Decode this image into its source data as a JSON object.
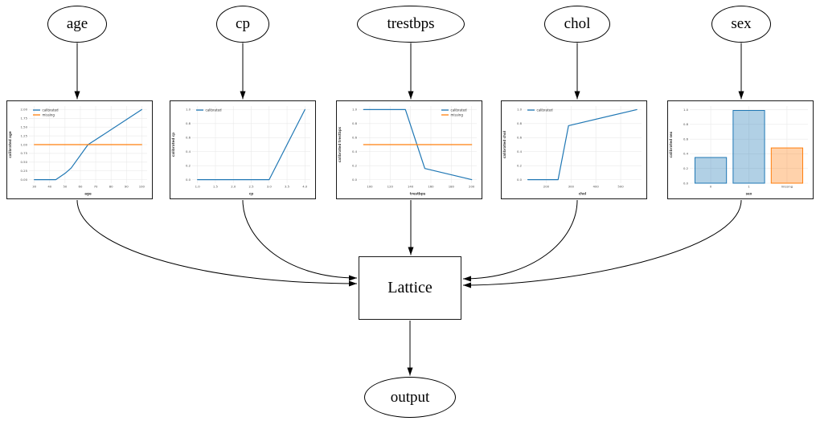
{
  "diagram": {
    "input_nodes": [
      {
        "label": "age"
      },
      {
        "label": "cp"
      },
      {
        "label": "trestbps"
      },
      {
        "label": "chol"
      },
      {
        "label": "sex"
      }
    ],
    "lattice_label": "Lattice",
    "output_label": "output"
  },
  "colors": {
    "calibrated": "#1f77b4",
    "missing": "#ff7f0e",
    "edge": "#000000",
    "grid": "#e9e9e9",
    "tick_text": "#4a4a4a",
    "axis_label_text": "#3a3a3a"
  },
  "chart_data": [
    {
      "type": "line",
      "xlabel": "age",
      "ylabel": "calibrated age",
      "xlim": [
        26.5,
        103.5
      ],
      "ylim": [
        -0.1,
        2.1
      ],
      "xticks": [
        30,
        40,
        50,
        60,
        70,
        80,
        90,
        100
      ],
      "xtick_labels": [
        "30",
        "40",
        "50",
        "60",
        "70",
        "80",
        "90",
        "100"
      ],
      "yticks": [
        0.0,
        0.25,
        0.5,
        0.75,
        1.0,
        1.25,
        1.5,
        1.75,
        2.0
      ],
      "ytick_labels": [
        "0.00",
        "0.25",
        "0.50",
        "0.75",
        "1.00",
        "1.25",
        "1.50",
        "1.75",
        "2.00"
      ],
      "legend": {
        "position": "nw",
        "entries": [
          {
            "label": "calibrated",
            "color": "#1f77b4"
          },
          {
            "label": "missing",
            "color": "#ff7f0e"
          }
        ]
      },
      "series": [
        {
          "name": "calibrated",
          "color": "#1f77b4",
          "points": [
            [
              30,
              0
            ],
            [
              44,
              0
            ],
            [
              50,
              0.18
            ],
            [
              54,
              0.33
            ],
            [
              65,
              1.0
            ],
            [
              70,
              1.14
            ],
            [
              100,
              2.0
            ]
          ]
        },
        {
          "name": "missing",
          "color": "#ff7f0e",
          "points": [
            [
              30,
              1.0
            ],
            [
              100,
              1.0
            ]
          ]
        }
      ]
    },
    {
      "type": "line",
      "xlabel": "cp",
      "ylabel": "calibrated cp",
      "xlim": [
        0.85,
        4.15
      ],
      "ylim": [
        -0.05,
        1.05
      ],
      "xticks": [
        1.0,
        1.5,
        2.0,
        2.5,
        3.0,
        3.5,
        4.0
      ],
      "xtick_labels": [
        "1.0",
        "1.5",
        "2.0",
        "2.5",
        "3.0",
        "3.5",
        "4.0"
      ],
      "yticks": [
        0.0,
        0.2,
        0.4,
        0.6,
        0.8,
        1.0
      ],
      "ytick_labels": [
        "0.0",
        "0.2",
        "0.4",
        "0.6",
        "0.8",
        "1.0"
      ],
      "legend": {
        "position": "nw",
        "entries": [
          {
            "label": "calibrated",
            "color": "#1f77b4"
          }
        ]
      },
      "series": [
        {
          "name": "calibrated",
          "color": "#1f77b4",
          "points": [
            [
              1,
              0
            ],
            [
              3,
              0
            ],
            [
              4,
              1.0
            ]
          ]
        }
      ]
    },
    {
      "type": "line",
      "xlabel": "trestbps",
      "ylabel": "calibrated trestbps",
      "xlim": [
        89,
        205
      ],
      "ylim": [
        -0.05,
        1.05
      ],
      "xticks": [
        100,
        120,
        140,
        160,
        180,
        200
      ],
      "xtick_labels": [
        "100",
        "120",
        "140",
        "160",
        "180",
        "200"
      ],
      "yticks": [
        0.0,
        0.2,
        0.4,
        0.6,
        0.8,
        1.0
      ],
      "ytick_labels": [
        "0.0",
        "0.2",
        "0.4",
        "0.6",
        "0.8",
        "1.0"
      ],
      "legend": {
        "position": "ne",
        "entries": [
          {
            "label": "calibrated",
            "color": "#1f77b4"
          },
          {
            "label": "missing",
            "color": "#ff7f0e"
          }
        ]
      },
      "series": [
        {
          "name": "calibrated",
          "color": "#1f77b4",
          "points": [
            [
              94,
              1.0
            ],
            [
              135,
              1.0
            ],
            [
              154,
              0.16
            ],
            [
              200,
              0.0
            ]
          ]
        },
        {
          "name": "missing",
          "color": "#ff7f0e",
          "points": [
            [
              94,
              0.5
            ],
            [
              200,
              0.5
            ]
          ]
        }
      ]
    },
    {
      "type": "line",
      "xlabel": "chol",
      "ylabel": "calibrated chol",
      "xlim": [
        108,
        584
      ],
      "ylim": [
        -0.05,
        1.05
      ],
      "xticks": [
        200,
        300,
        400,
        500
      ],
      "xtick_labels": [
        "200",
        "300",
        "400",
        "500"
      ],
      "yticks": [
        0.0,
        0.2,
        0.4,
        0.6,
        0.8,
        1.0
      ],
      "ytick_labels": [
        "0.0",
        "0.2",
        "0.4",
        "0.6",
        "0.8",
        "1.0"
      ],
      "legend": {
        "position": "nw",
        "entries": [
          {
            "label": "calibrated",
            "color": "#1f77b4"
          }
        ]
      },
      "series": [
        {
          "name": "calibrated",
          "color": "#1f77b4",
          "points": [
            [
              126,
              0
            ],
            [
              248,
              0
            ],
            [
              290,
              0.77
            ],
            [
              565,
              1.0
            ]
          ]
        }
      ]
    },
    {
      "type": "bar",
      "xlabel": "sex",
      "ylabel": "calibrated sex",
      "categories": [
        "0",
        "1",
        "missing"
      ],
      "values": [
        0.35,
        0.99,
        0.48
      ],
      "bar_colors": [
        "#1f77b4",
        "#1f77b4",
        "#ff7f0e"
      ],
      "ylim": [
        0,
        1.05
      ],
      "yticks": [
        0.0,
        0.2,
        0.4,
        0.6,
        0.8,
        1.0
      ],
      "ytick_labels": [
        "0.0",
        "0.2",
        "0.4",
        "0.6",
        "0.8",
        "1.0"
      ]
    }
  ]
}
